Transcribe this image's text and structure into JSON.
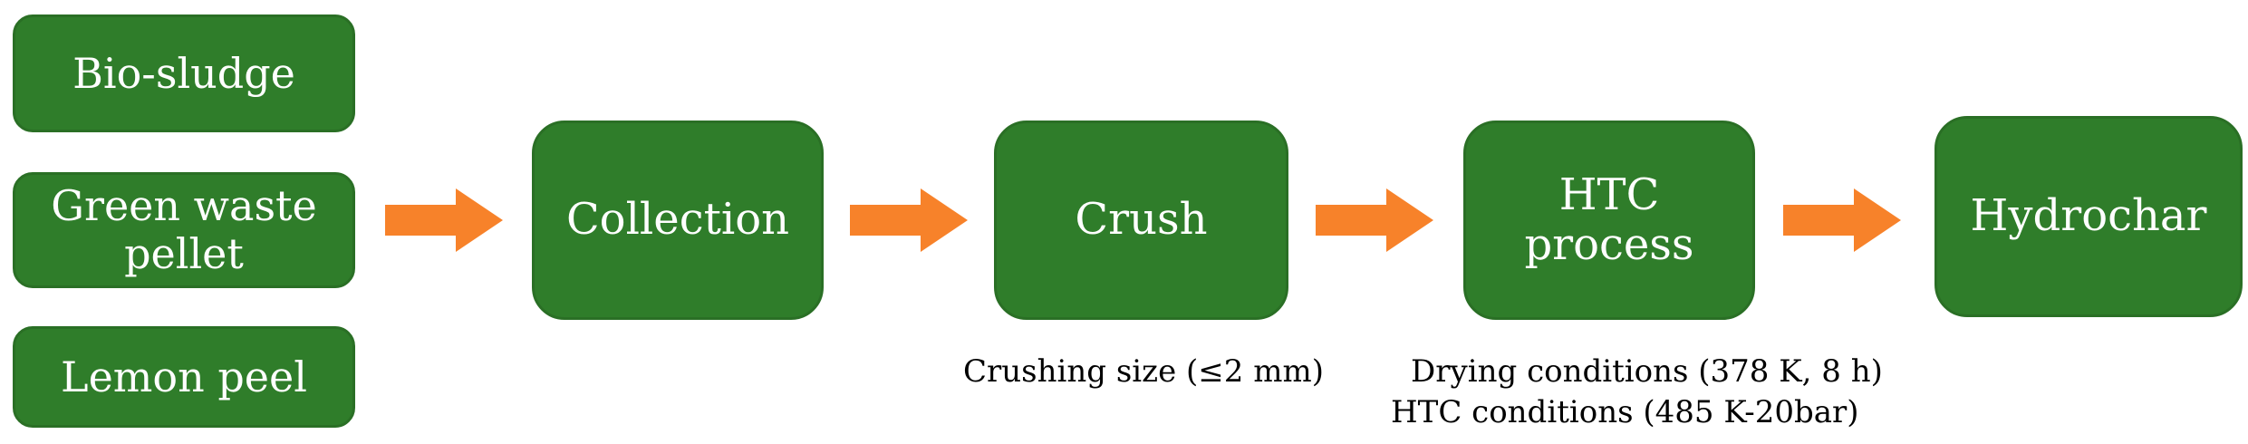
{
  "inputs": {
    "bio_sludge": "Bio-sludge",
    "green_waste": "Green waste\npellet",
    "lemon_peel": "Lemon peel"
  },
  "steps": {
    "collection": "Collection",
    "crush": "Crush",
    "htc": "HTC\nprocess",
    "hydrochar": "Hydrochar"
  },
  "notes": {
    "crush": "Crushing size (≤2 mm)",
    "drying": "Drying conditions (378 K, 8 h)",
    "htc": "HTC conditions   (485 K-20bar)"
  },
  "colors": {
    "box_fill": "#2f7d2a",
    "arrow": "#f7822a",
    "text": "#ffffff"
  }
}
